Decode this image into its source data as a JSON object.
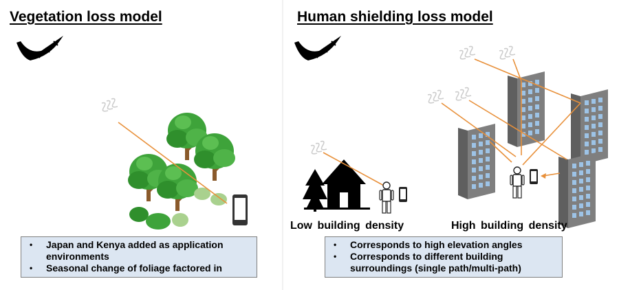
{
  "left_panel": {
    "title": "Vegetation loss model",
    "bullets": [
      "Japan and Kenya added as application environments",
      "Seasonal change of foliage factored in"
    ]
  },
  "right_panel": {
    "title": "Human shielding loss model",
    "low_density_label": "Low building  density",
    "high_density_label": "High building  density",
    "bullets": [
      "Corresponds to high elevation angles",
      "Corresponds to different building surroundings (single path/multi-path)"
    ]
  },
  "colors": {
    "signal_ray": "#e8903a",
    "tree_green": "#3ea33a",
    "tree_trunk": "#8a5a2b",
    "building": "#7f7f7f",
    "window": "#9dc3e6",
    "box_fill": "#dce6f2"
  },
  "icons": [
    "satellite-icon",
    "radio-wave-icon",
    "tree-icon",
    "smartphone-icon",
    "house-icon",
    "pine-tree-icon",
    "person-icon",
    "building-icon"
  ]
}
